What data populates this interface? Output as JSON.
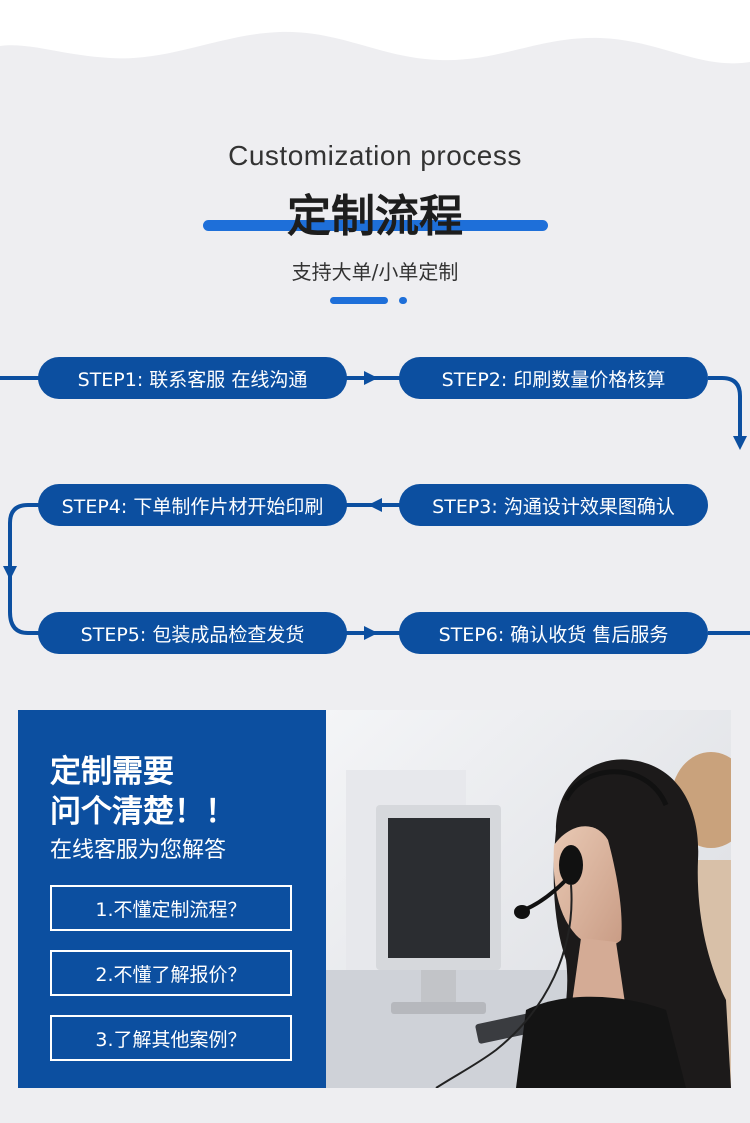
{
  "header": {
    "title_en": "Customization process",
    "title_cn": "定制流程",
    "subtitle": "支持大单/小单定制"
  },
  "steps": [
    {
      "label": "STEP1: 联系客服 在线沟通"
    },
    {
      "label": "STEP2: 印刷数量价格核算"
    },
    {
      "label": "STEP3: 沟通设计效果图确认"
    },
    {
      "label": "STEP4: 下单制作片材开始印刷"
    },
    {
      "label": "STEP5: 包装成品检查发货"
    },
    {
      "label": "STEP6: 确认收货 售后服务"
    }
  ],
  "promo": {
    "headline_line1": "定制需要",
    "headline_line2": "问个清楚！！",
    "subline": "在线客服为您解答",
    "questions": [
      "1.不懂定制流程？",
      "2.不懂了解报价？",
      "3.了解其他案例？"
    ]
  },
  "colors": {
    "accent": "#1e6fd9",
    "step_bg": "#0c4fa0",
    "page_bg": "#eeeef1"
  }
}
